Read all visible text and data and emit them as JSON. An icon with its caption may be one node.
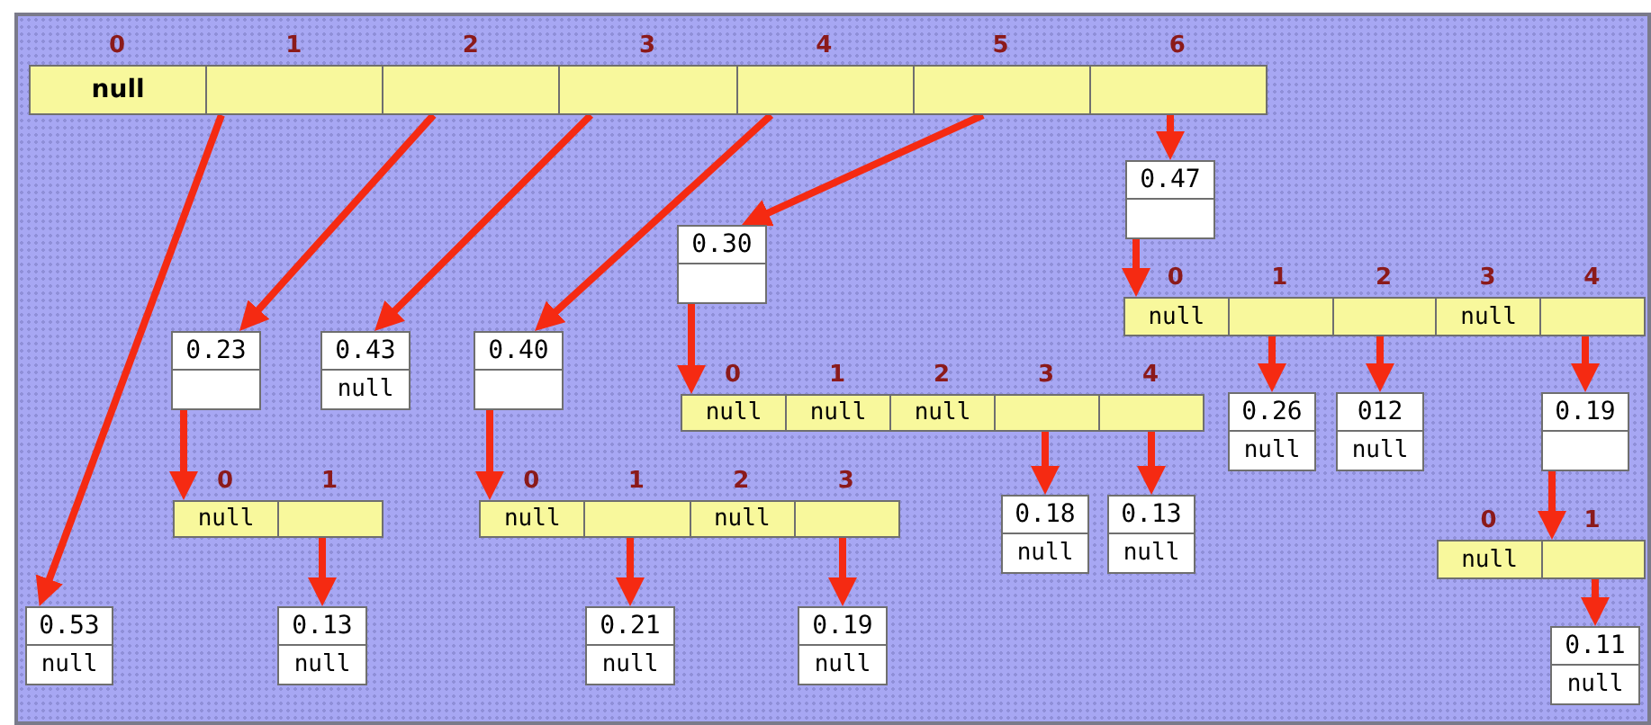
{
  "diagram": {
    "nodes": [
      {
        "text": [],
        "shape": "bar"
      },
      {
        "text": [
          "null"
        ],
        "in": 0,
        "beside": [
          "0"
        ]
      },
      {
        "text": [],
        "shape": "box",
        "in": 0,
        "beside": [
          "1"
        ]
      },
      {
        "text": [],
        "shape": "box",
        "in": 0,
        "beside": [
          "2"
        ]
      },
      {
        "text": [],
        "shape": "box",
        "in": 0,
        "beside": [
          "3"
        ]
      },
      {
        "text": [],
        "shape": "box",
        "in": 0,
        "beside": [
          "4"
        ]
      },
      {
        "text": [],
        "shape": "box",
        "in": 0,
        "beside": [
          "5"
        ]
      },
      {
        "text": [],
        "shape": "box",
        "in": 0,
        "beside": [
          "6"
        ]
      },
      {
        "text": [
          "0.47"
        ]
      },
      {
        "text": [
          "0.30"
        ]
      },
      {
        "text": [],
        "shape": "bar"
      },
      {
        "text": [
          "null"
        ],
        "in": 10,
        "beside": [
          "0"
        ]
      },
      {
        "text": [],
        "shape": "box",
        "in": 10,
        "beside": [
          "1"
        ]
      },
      {
        "text": [],
        "shape": "box",
        "in": 10,
        "beside": [
          "2"
        ]
      },
      {
        "text": [
          "null"
        ],
        "in": 10,
        "beside": [
          "3"
        ]
      },
      {
        "text": [],
        "shape": "box",
        "in": 10,
        "beside": [
          "4"
        ]
      },
      {
        "text": [
          "0.23"
        ]
      },
      {
        "text": [
          "0.43",
          "null"
        ]
      },
      {
        "text": [
          "0.40"
        ]
      },
      {
        "text": [],
        "shape": "bar"
      },
      {
        "text": [
          "null"
        ],
        "in": 19,
        "beside": [
          "0"
        ]
      },
      {
        "text": [
          "null"
        ],
        "in": 19,
        "beside": [
          "1"
        ]
      },
      {
        "text": [
          "null"
        ],
        "in": 19,
        "beside": [
          "2"
        ]
      },
      {
        "text": [],
        "shape": "box",
        "in": 19,
        "beside": [
          "3"
        ]
      },
      {
        "text": [],
        "shape": "box",
        "in": 19,
        "beside": [
          "4"
        ]
      },
      {
        "text": [
          "0.26",
          "null"
        ]
      },
      {
        "text": [
          "012",
          "null"
        ]
      },
      {
        "text": [
          "0.19"
        ]
      },
      {
        "text": [],
        "shape": "bar"
      },
      {
        "text": [
          "null"
        ],
        "in": 28,
        "beside": [
          "0"
        ]
      },
      {
        "text": [],
        "shape": "box",
        "in": 28,
        "beside": [
          "1"
        ]
      },
      {
        "text": [],
        "shape": "bar"
      },
      {
        "text": [
          "null"
        ],
        "in": 31,
        "beside": [
          "0"
        ]
      },
      {
        "text": [],
        "shape": "box",
        "in": 31,
        "beside": [
          "1"
        ]
      },
      {
        "text": [
          "null"
        ],
        "in": 31,
        "beside": [
          "2"
        ]
      },
      {
        "text": [],
        "shape": "box",
        "in": 31,
        "beside": [
          "3"
        ]
      },
      {
        "text": [
          "0.18",
          "null"
        ]
      },
      {
        "text": [
          "0.13",
          "null"
        ]
      },
      {
        "text": [],
        "shape": "bar"
      },
      {
        "text": [
          "null"
        ],
        "in": 38,
        "beside": [
          "0"
        ]
      },
      {
        "text": [],
        "shape": "box",
        "in": 38,
        "beside": [
          "1"
        ]
      },
      {
        "text": [
          "0.53",
          "null"
        ]
      },
      {
        "text": [
          "0.13",
          "null"
        ]
      },
      {
        "text": [
          "0.21",
          "null"
        ]
      },
      {
        "text": [
          "0.19",
          "null"
        ]
      },
      {
        "text": [
          "0.11",
          "null"
        ]
      }
    ],
    "edges": [
      {
        "from": 2,
        "to": 41,
        "arrow": "to"
      },
      {
        "from": 3,
        "to": 16,
        "arrow": "to"
      },
      {
        "from": 4,
        "to": 17,
        "arrow": "to"
      },
      {
        "from": 5,
        "to": 18,
        "arrow": "to"
      },
      {
        "from": 6,
        "to": 9,
        "arrow": "to"
      },
      {
        "from": 7,
        "to": 8,
        "arrow": "to"
      },
      {
        "from": 8,
        "to": 10,
        "arrow": "to"
      },
      {
        "from": 16,
        "to": 28,
        "arrow": "to"
      },
      {
        "from": 18,
        "to": 31,
        "arrow": "to"
      },
      {
        "from": 9,
        "to": 19,
        "arrow": "to"
      },
      {
        "from": 12,
        "to": 25,
        "arrow": "to"
      },
      {
        "from": 13,
        "to": 26,
        "arrow": "to"
      },
      {
        "from": 15,
        "to": 27,
        "arrow": "to"
      },
      {
        "from": 27,
        "to": 38,
        "arrow": "to"
      },
      {
        "from": 30,
        "to": 42,
        "arrow": "to"
      },
      {
        "from": 33,
        "to": 43,
        "arrow": "to"
      },
      {
        "from": 35,
        "to": 44,
        "arrow": "to"
      },
      {
        "from": 23,
        "to": 36,
        "arrow": "to"
      },
      {
        "from": 24,
        "to": 37,
        "arrow": "to"
      },
      {
        "from": 40,
        "to": 45,
        "arrow": "to"
      }
    ]
  }
}
